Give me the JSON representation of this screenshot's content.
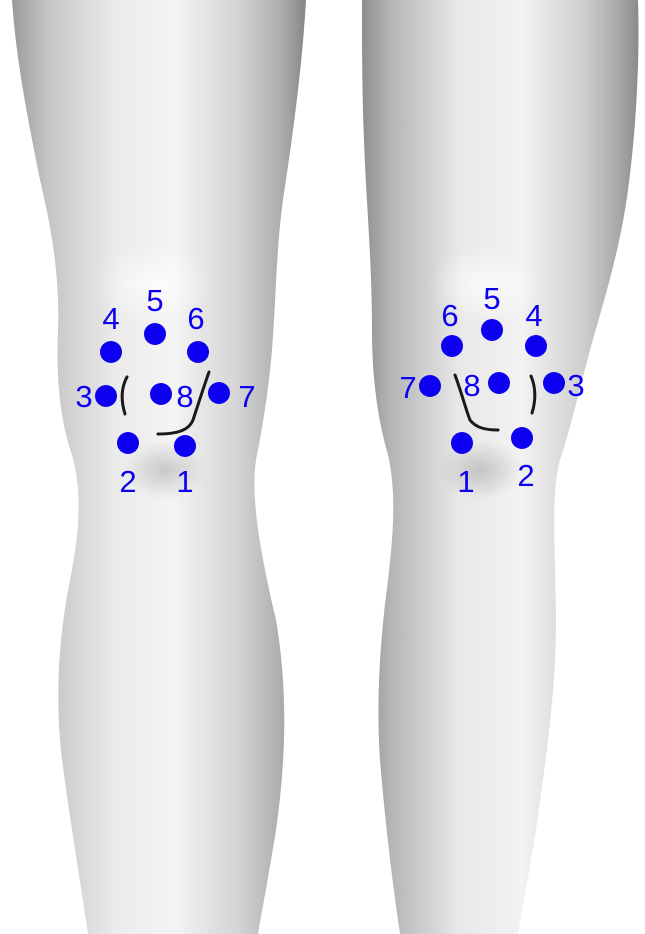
{
  "colors": {
    "background": "#ffffff",
    "skin_light": "#f2f2f2",
    "skin_mid": "#cfcfcf",
    "skin_dark": "#8e8e8e",
    "marker": "#0d00f0",
    "incision": "#1a1a1a"
  },
  "legs": [
    {
      "side": "left",
      "points": [
        {
          "label": "1"
        },
        {
          "label": "2"
        },
        {
          "label": "3"
        },
        {
          "label": "4"
        },
        {
          "label": "5"
        },
        {
          "label": "6"
        },
        {
          "label": "7"
        },
        {
          "label": "8"
        }
      ]
    },
    {
      "side": "right",
      "points": [
        {
          "label": "1"
        },
        {
          "label": "2"
        },
        {
          "label": "3"
        },
        {
          "label": "4"
        },
        {
          "label": "5"
        },
        {
          "label": "6"
        },
        {
          "label": "7"
        },
        {
          "label": "8"
        }
      ]
    }
  ]
}
